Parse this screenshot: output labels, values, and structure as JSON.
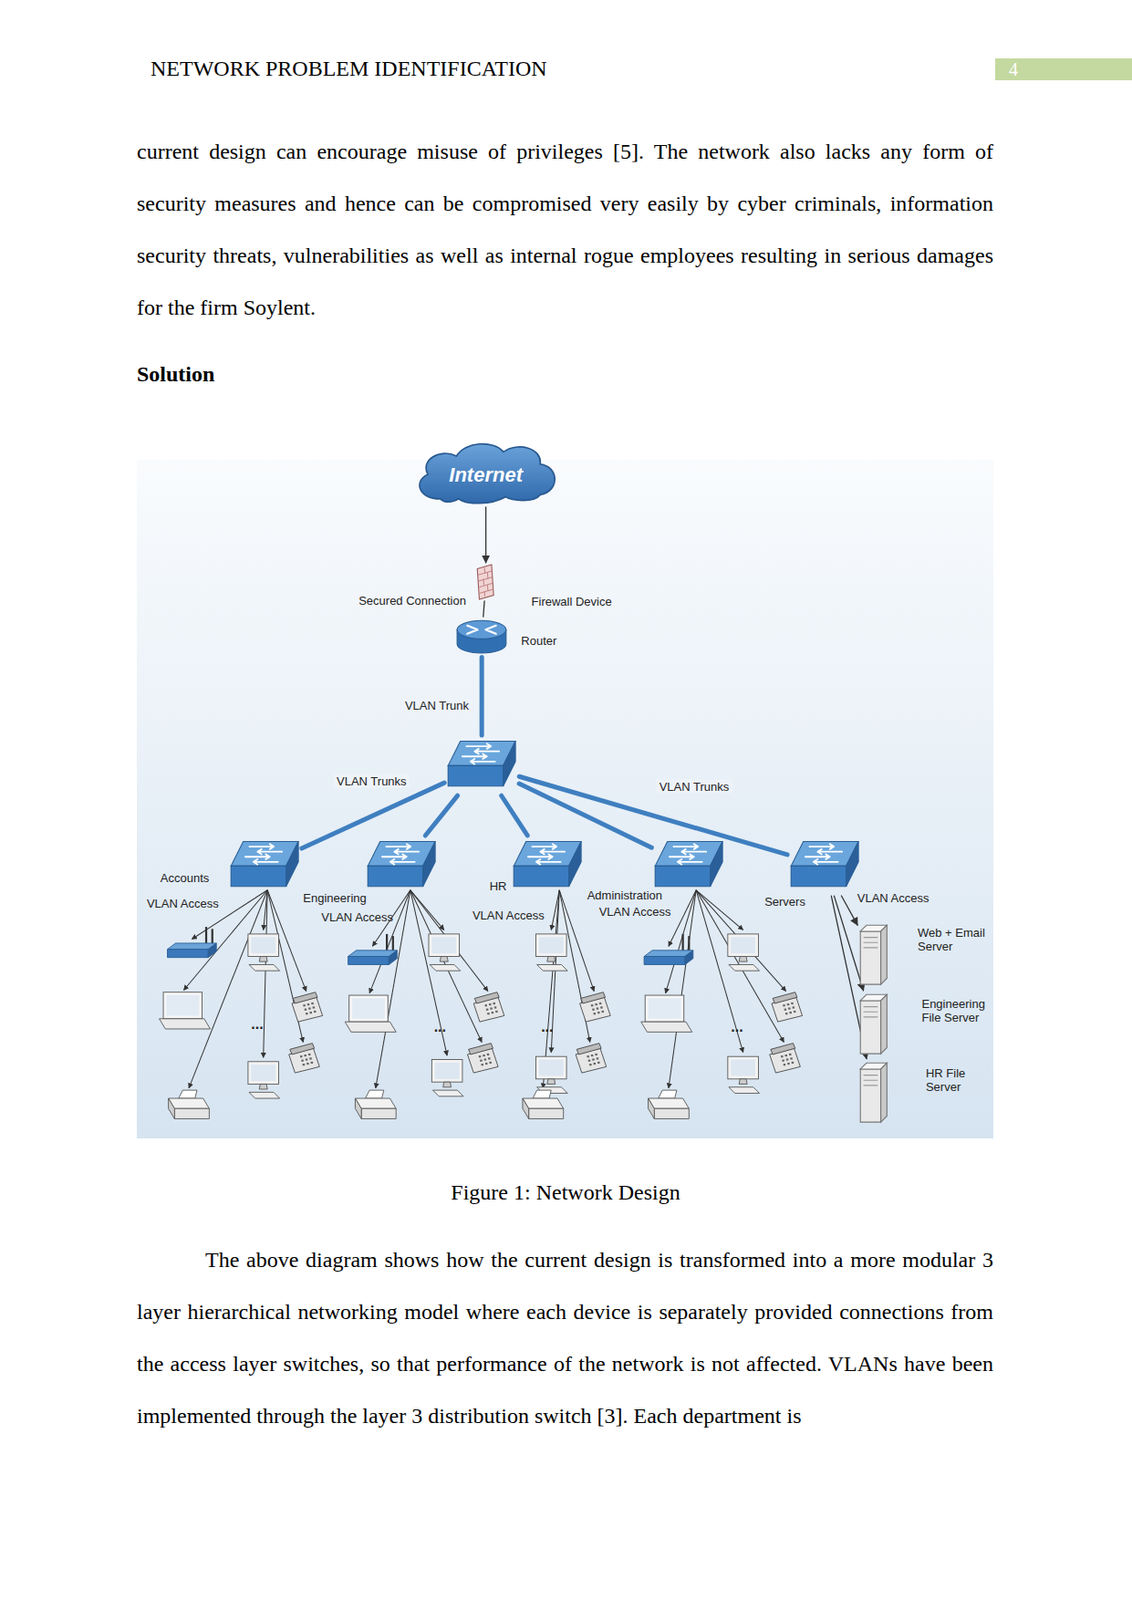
{
  "diagram": {
    "caption": "Figure 1: Network Design",
    "nodes": [
      {
        "text": [
          "Internet"
        ]
      },
      {
        "text": [
          "Firewall Device"
        ]
      },
      {
        "text": [
          "Router"
        ]
      },
      {
        "text": []
      },
      {
        "text": [
          "Accounts",
          "VLAN Access"
        ]
      },
      {
        "text": [
          "Engineering",
          "VLAN Access"
        ]
      },
      {
        "text": [
          "HR",
          "VLAN Access"
        ]
      },
      {
        "text": [
          "Administration",
          "VLAN Access"
        ]
      },
      {
        "text": [
          "Servers",
          "VLAN Access"
        ]
      },
      {
        "text": [
          "Web + Email Server"
        ]
      },
      {
        "text": [
          "Engineering File Server"
        ]
      },
      {
        "text": [
          "HR File Server"
        ]
      }
    ],
    "edges": [
      {
        "from": 0,
        "to": 1,
        "arrow": "to"
      },
      {
        "from": 1,
        "to": 2,
        "arrow": "none"
      },
      {
        "from": 2,
        "to": 3,
        "label": "VLAN Trunk",
        "arrow": "none"
      },
      {
        "from": 3,
        "to": 4,
        "label": "VLAN Trunks",
        "arrow": "none"
      },
      {
        "from": 3,
        "to": 5,
        "arrow": "none"
      },
      {
        "from": 3,
        "to": 6,
        "arrow": "none"
      },
      {
        "from": 3,
        "to": 7,
        "arrow": "none"
      },
      {
        "from": 3,
        "to": 8,
        "label": "VLAN Trunks",
        "arrow": "none"
      },
      {
        "from": 8,
        "to": 9,
        "arrow": "to"
      },
      {
        "from": 8,
        "to": 10,
        "arrow": "to"
      },
      {
        "from": 8,
        "to": 11,
        "arrow": "to"
      }
    ],
    "labels": [
      "NETWORK PROBLEM IDENTIFICATION",
      "4",
      "current design can encourage misuse of privileges [5]. The network also lacks any form of security measures and hence can be compromised very easily by cyber criminals, information security threats, vulnerabilities as well as internal rogue employees resulting in serious damages for the firm Soylent.",
      "Solution",
      "Secured Connection",
      "...",
      "...",
      "...",
      "...",
      "The above diagram shows how the current design is transformed into a more modular 3 layer hierarchical networking model where each device is separately provided connections from the access layer switches, so that performance of the network is not affected. VLANs have been implemented through the layer 3 distribution switch [3]. Each department is"
    ]
  }
}
